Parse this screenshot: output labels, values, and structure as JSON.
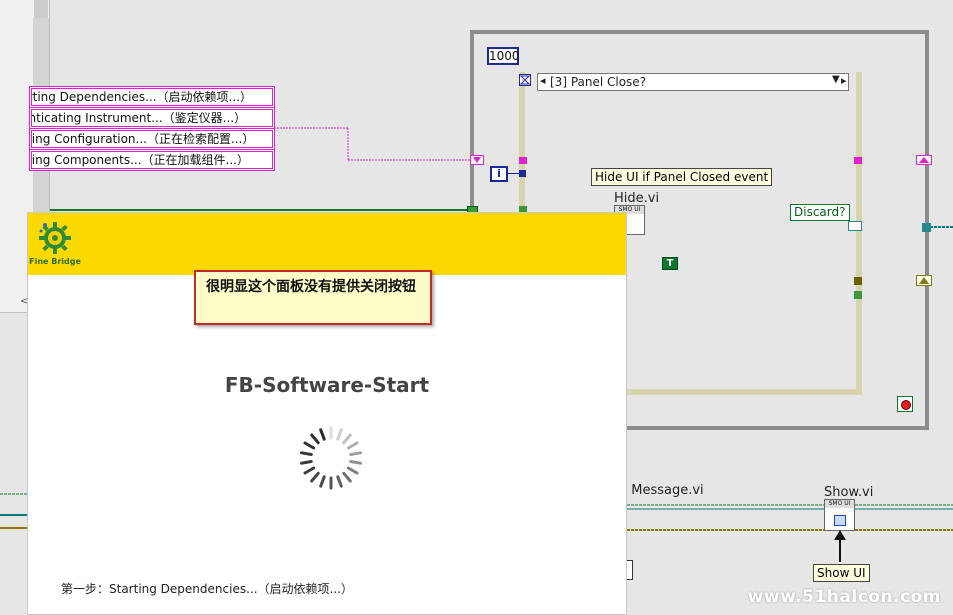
{
  "left_panel": {
    "scroll_left_glyph": "<"
  },
  "strings": [
    "Starting Dependencies...（启动依赖项...）",
    "Authenticating Instrument...（鉴定仪器...）",
    "Loading Configuration...（正在检索配置...）",
    "Loading Components...（正在加载组件...）"
  ],
  "diagram": {
    "timeout_constant": "1000",
    "case_selector": "[3] Panel Close?",
    "iteration_terminal": "i",
    "hide_label": "Hide UI if Panel Closed event",
    "hide_vi": "Hide.vi",
    "smo_tag": "SMO UI",
    "discard_label": "Discard?",
    "true_constant": "T",
    "splash_message_vi": "Splash Message.vi",
    "show_vi": "Show.vi",
    "show_label": "Show UI"
  },
  "splash": {
    "brand": "Fine Bridge",
    "title": "FB-Software-Start",
    "step_text": "第一步：Starting Dependencies...（启动依赖项...）",
    "accent": "#fcd900"
  },
  "annotation": {
    "text": "很明显这个面板没有提供关闭按钮"
  },
  "watermark": "www.51halcon.com",
  "colors": {
    "string_wire": "#e020d0",
    "bool_wire": "#0a7a2a",
    "cluster_wire": "#8a7a00",
    "ref_wire": "#0a7a7a"
  }
}
